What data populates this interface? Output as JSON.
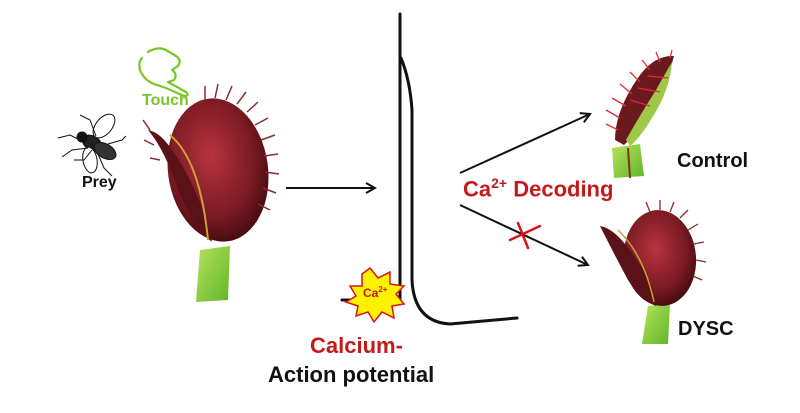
{
  "labels": {
    "touch": "Touch",
    "prey": "Prey",
    "calcium_line1": "Calcium-",
    "calcium_line2": "Action potential",
    "decoding_prefix": "Ca",
    "decoding_sup": "2+",
    "decoding_suffix": " Decoding",
    "control": "Control",
    "dysc": "DYSC",
    "burst_base": "Ca",
    "burst_sup": "2+"
  },
  "colors": {
    "touch_green": "#7ac52a",
    "red_text": "#c41a1a",
    "black_text": "#111111",
    "burst_fill": "#fff200",
    "burst_stroke": "#d8141a",
    "trap_red": "#7a1a22",
    "leaf_green": "#8dd33a"
  }
}
